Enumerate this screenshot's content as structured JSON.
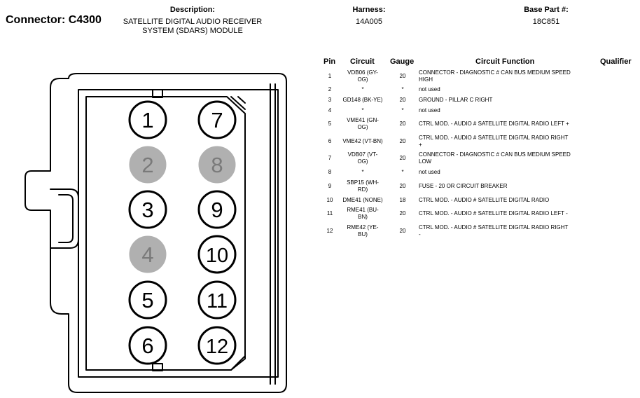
{
  "header": {
    "connector": "Connector: C4300",
    "description_label": "Description:",
    "description_line1": "SATELLITE DIGITAL AUDIO RECEIVER",
    "description_line2": "SYSTEM (SDARS) MODULE",
    "harness_label": "Harness:",
    "harness_value": "14A005",
    "base_part_label": "Base Part #:",
    "base_part_value": "18C851"
  },
  "connector": {
    "colors": {
      "active_pin": "#ffffff",
      "unused_pin": "#b0b0b0",
      "unused_text": "#7a7a7a"
    },
    "pins": [
      {
        "label": "1",
        "used": true
      },
      {
        "label": "2",
        "used": false
      },
      {
        "label": "3",
        "used": true
      },
      {
        "label": "4",
        "used": false
      },
      {
        "label": "5",
        "used": true
      },
      {
        "label": "6",
        "used": true
      },
      {
        "label": "7",
        "used": true
      },
      {
        "label": "8",
        "used": false
      },
      {
        "label": "9",
        "used": true
      },
      {
        "label": "10",
        "used": true
      },
      {
        "label": "11",
        "used": true
      },
      {
        "label": "12",
        "used": true
      }
    ]
  },
  "table": {
    "headers": {
      "pin": "Pin",
      "circuit": "Circuit",
      "gauge": "Gauge",
      "function": "Circuit Function",
      "qualifier": "Qualifier"
    },
    "rows": [
      {
        "pin": "1",
        "circuit": [
          "VDB06 (GY-",
          "OG)"
        ],
        "gauge": "20",
        "function": [
          "CONNECTOR - DIAGNOSTIC # CAN BUS MEDIUM SPEED",
          "HIGH"
        ]
      },
      {
        "pin": "2",
        "circuit": [
          "*"
        ],
        "gauge": "*",
        "function": [
          "not used"
        ]
      },
      {
        "pin": "3",
        "circuit": [
          "GD148 (BK-YE)"
        ],
        "gauge": "20",
        "function": [
          "GROUND - PILLAR C RIGHT"
        ]
      },
      {
        "pin": "4",
        "circuit": [
          "*"
        ],
        "gauge": "*",
        "function": [
          "not used"
        ]
      },
      {
        "pin": "5",
        "circuit": [
          "VME41 (GN-",
          "OG)"
        ],
        "gauge": "20",
        "function": [
          "CTRL MOD. - AUDIO # SATELLITE DIGITAL RADIO LEFT +"
        ]
      },
      {
        "pin": "6",
        "circuit": [
          "VME42 (VT-BN)"
        ],
        "gauge": "20",
        "function": [
          "CTRL MOD. - AUDIO # SATELLITE DIGITAL RADIO RIGHT",
          "+"
        ]
      },
      {
        "pin": "7",
        "circuit": [
          "VDB07 (VT-",
          "OG)"
        ],
        "gauge": "20",
        "function": [
          "CONNECTOR - DIAGNOSTIC # CAN BUS MEDIUM SPEED",
          "LOW"
        ]
      },
      {
        "pin": "8",
        "circuit": [
          "*"
        ],
        "gauge": "*",
        "function": [
          "not used"
        ]
      },
      {
        "pin": "9",
        "circuit": [
          "SBP15 (WH-",
          "RD)"
        ],
        "gauge": "20",
        "function": [
          "FUSE - 20 OR CIRCUIT BREAKER"
        ]
      },
      {
        "pin": "10",
        "circuit": [
          "DME41 (NONE)"
        ],
        "gauge": "18",
        "function": [
          "CTRL MOD. - AUDIO # SATELLITE DIGITAL RADIO"
        ]
      },
      {
        "pin": "11",
        "circuit": [
          "RME41 (BU-",
          "BN)"
        ],
        "gauge": "20",
        "function": [
          "CTRL MOD. - AUDIO # SATELLITE DIGITAL RADIO LEFT -"
        ]
      },
      {
        "pin": "12",
        "circuit": [
          "RME42 (YE-",
          "BU)"
        ],
        "gauge": "20",
        "function": [
          "CTRL MOD. - AUDIO # SATELLITE DIGITAL RADIO RIGHT",
          "-"
        ]
      }
    ]
  }
}
